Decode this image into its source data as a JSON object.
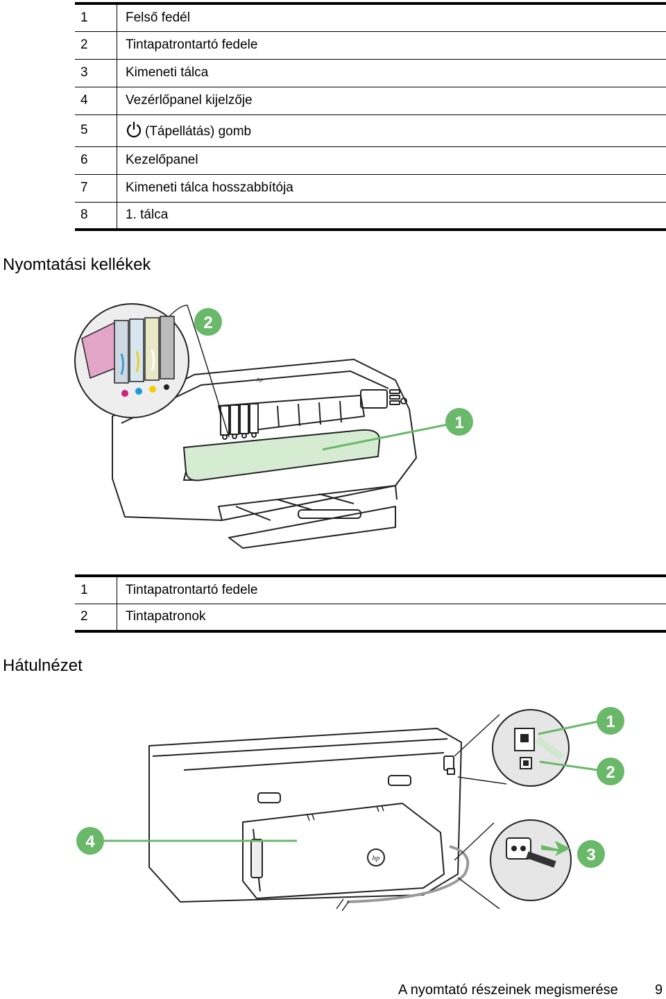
{
  "parts_table_1": {
    "rows": [
      {
        "num": "1",
        "label": "Felső fedél"
      },
      {
        "num": "2",
        "label": "Tintapatrontartó fedele"
      },
      {
        "num": "3",
        "label": "Kimeneti tálca"
      },
      {
        "num": "4",
        "label": "Vezérlőpanel kijelzője"
      },
      {
        "num": "5",
        "label": "(Tápellátás) gomb"
      },
      {
        "num": "6",
        "label": "Kezelőpanel"
      },
      {
        "num": "7",
        "label": "Kimeneti tálca hosszabbítója"
      },
      {
        "num": "8",
        "label": "1. tálca"
      }
    ]
  },
  "section_supplies": {
    "heading": "Nyomtatási kellékek"
  },
  "figure_supplies": {
    "callouts": [
      "1",
      "2"
    ],
    "logo": "hp"
  },
  "parts_table_2": {
    "rows": [
      {
        "num": "1",
        "label": "Tintapatrontartó fedele"
      },
      {
        "num": "2",
        "label": "Tintapatronok"
      }
    ]
  },
  "section_back": {
    "heading": "Hátulnézet"
  },
  "figure_back": {
    "callouts": [
      "1",
      "2",
      "3",
      "4"
    ],
    "logo": "hp"
  },
  "footer": {
    "title": "A nyomtató részeinek megismerése",
    "page": "9"
  },
  "colors": {
    "callout_green": "#6ab86a",
    "highlight_green": "#d5ecd3",
    "outline": "#222222"
  },
  "icons": {
    "power": "power-icon"
  }
}
